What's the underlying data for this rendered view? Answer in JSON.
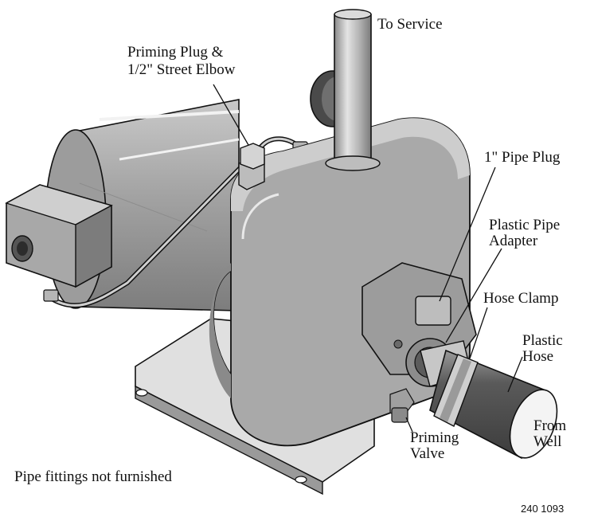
{
  "labels": {
    "to_service": "To  Service",
    "priming_plug": {
      "line1": "Priming Plug &",
      "line2": "1/2\" Street Elbow"
    },
    "pipe_plug": "1\" Pipe Plug",
    "plastic_pipe_adapter": {
      "line1": "Plastic Pipe",
      "line2": "Adapter"
    },
    "hose_clamp": "Hose Clamp",
    "plastic_hose": {
      "line1": "Plastic",
      "line2": "Hose"
    },
    "from_well": {
      "line1": "From",
      "line2": "Well"
    },
    "priming_valve": {
      "line1": "Priming",
      "line2": "Valve"
    },
    "note": "Pipe fittings not furnished",
    "figure_number": "240 1093"
  },
  "colors": {
    "body_gray": "#a9a9a9",
    "dark_gray": "#6e6e6e",
    "light_gray": "#d4d4d4",
    "outline": "#111111",
    "background": "#ffffff"
  }
}
